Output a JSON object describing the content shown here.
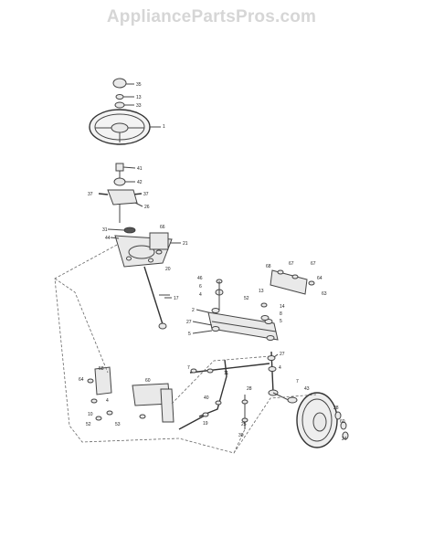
{
  "watermark": "AppliancePartsPros.com",
  "labels": [
    {
      "key": "l_knob",
      "text": "35"
    },
    {
      "key": "l_nut",
      "text": "13"
    },
    {
      "key": "l_washer",
      "text": "33"
    },
    {
      "key": "l_wheel",
      "text": "1"
    },
    {
      "key": "l_bushing",
      "text": "41"
    },
    {
      "key": "l_adapter",
      "text": "42"
    },
    {
      "key": "l_bolt_l",
      "text": "37"
    },
    {
      "key": "l_bolt_r",
      "text": "37"
    },
    {
      "key": "l_bracket",
      "text": "26"
    },
    {
      "key": "l_g1",
      "text": "31"
    },
    {
      "key": "l_g2",
      "text": "66"
    },
    {
      "key": "l_g3",
      "text": "44"
    },
    {
      "key": "l_g4",
      "text": "21"
    },
    {
      "key": "l_g5",
      "text": "20"
    },
    {
      "key": "l_shaft",
      "text": "17"
    },
    {
      "key": "l_a1",
      "text": "46"
    },
    {
      "key": "l_a2",
      "text": "6"
    },
    {
      "key": "l_a3",
      "text": "4"
    },
    {
      "key": "l_a4",
      "text": "2"
    },
    {
      "key": "l_a5",
      "text": "27"
    },
    {
      "key": "l_a6",
      "text": "5"
    },
    {
      "key": "l_r1",
      "text": "68"
    },
    {
      "key": "l_r2",
      "text": "67"
    },
    {
      "key": "l_r3",
      "text": "67"
    },
    {
      "key": "l_r4",
      "text": "64"
    },
    {
      "key": "l_r5",
      "text": "13"
    },
    {
      "key": "l_r6",
      "text": "52"
    },
    {
      "key": "l_r7",
      "text": "63"
    },
    {
      "key": "l_r8",
      "text": "14"
    },
    {
      "key": "l_r9",
      "text": "8"
    },
    {
      "key": "l_r10",
      "text": "5"
    },
    {
      "key": "l_b1",
      "text": "27"
    },
    {
      "key": "l_b2",
      "text": "4"
    },
    {
      "key": "l_b3",
      "text": "28"
    },
    {
      "key": "l_b4",
      "text": "25"
    },
    {
      "key": "l_b5",
      "text": "30"
    },
    {
      "key": "l_b6",
      "text": "43"
    },
    {
      "key": "l_b7",
      "text": "7"
    },
    {
      "key": "l_c1",
      "text": "7"
    },
    {
      "key": "l_c2",
      "text": "11"
    },
    {
      "key": "l_c3",
      "text": "40"
    },
    {
      "key": "l_c4",
      "text": "19"
    },
    {
      "key": "l_s1",
      "text": "64"
    },
    {
      "key": "l_s2",
      "text": "58"
    },
    {
      "key": "l_s3",
      "text": "60"
    },
    {
      "key": "l_s4",
      "text": "4"
    },
    {
      "key": "l_s5",
      "text": "10"
    },
    {
      "key": "l_s6",
      "text": "52"
    },
    {
      "key": "l_s7",
      "text": "53"
    },
    {
      "key": "l_w1",
      "text": "28"
    },
    {
      "key": "l_w2",
      "text": "60"
    },
    {
      "key": "l_w3",
      "text": "24"
    }
  ]
}
